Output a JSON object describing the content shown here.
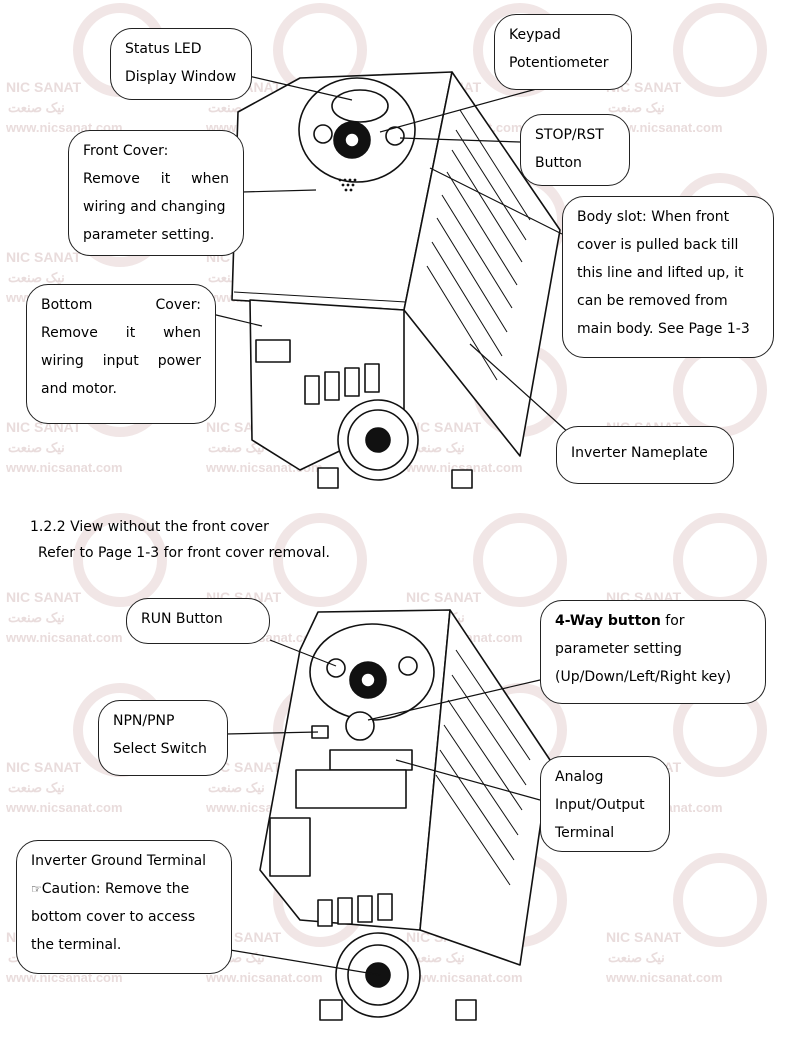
{
  "watermark": {
    "brand_latin": "NIC SANAT",
    "brand_farsi": "نیک صنعت",
    "url": "www.nicsanat.com"
  },
  "top_view": {
    "status_led": {
      "line1": "Status LED",
      "line2": "Display Window"
    },
    "keypad": {
      "line1": "Keypad",
      "line2": "Potentiometer"
    },
    "stop_rst": {
      "line1": "STOP/RST",
      "line2": "Button"
    },
    "front_cover": {
      "line1": "Front Cover:",
      "line2": "Remove it when",
      "line3": "wiring and changing",
      "line4": "parameter setting."
    },
    "body_slot": {
      "line1": "Body slot: When front",
      "line2": "cover is pulled back till",
      "line3": "this line and lifted up, it",
      "line4": "can be removed from",
      "line5": "main body. See Page 1-3"
    },
    "bottom_cover": {
      "line1": "Bottom Cover:",
      "line2": "Remove it when",
      "line3": "wiring input power",
      "line4": "and motor."
    },
    "nameplate": "Inverter Nameplate"
  },
  "section": {
    "heading": "1.2.2 View without the front cover",
    "subtext": "Refer to Page 1-3 for front cover removal."
  },
  "bottom_view": {
    "run_button": "RUN Button",
    "four_way": {
      "bold": "4-Way button",
      "rest": " for",
      "line2": "parameter setting",
      "line3": "(Up/Down/Left/Right key)"
    },
    "npn_pnp": {
      "line1": "NPN/PNP",
      "line2": "Select Switch"
    },
    "analog": {
      "line1": "Analog",
      "line2": "Input/Output",
      "line3": "Terminal"
    },
    "ground": {
      "line1": "Inverter Ground Terminal",
      "caution_icon": "☞",
      "caution_label": "Caution",
      "caution_rest": ": Remove the",
      "line3": "bottom cover to access",
      "line4": "the terminal."
    }
  }
}
